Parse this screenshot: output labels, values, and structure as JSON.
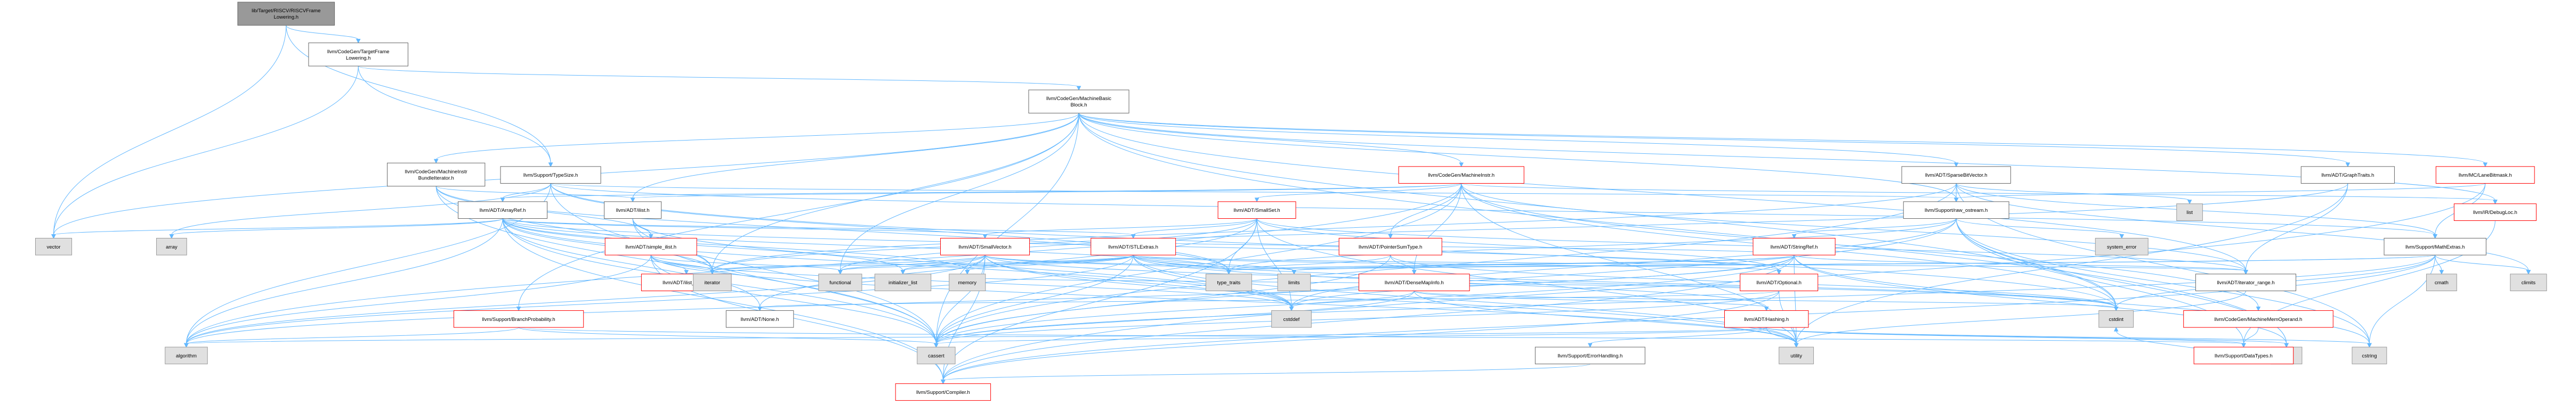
{
  "graph": {
    "colors": {
      "edge": "#63b8ff",
      "root_fill": "#999999",
      "header_fill": "#ffffff",
      "external_fill": "#e0e0e0",
      "header_border": "#666666",
      "incomplete_border": "#ff0000",
      "external_border": "#999999",
      "text": "#000000"
    },
    "nodes": [
      {
        "id": "root",
        "lines": [
          "lib/Target/RISCV/RISCVFrame",
          "Lowering.h"
        ],
        "kind": "root"
      },
      {
        "id": "tfl",
        "lines": [
          "llvm/CodeGen/TargetFrame",
          "Lowering.h"
        ],
        "kind": "header"
      },
      {
        "id": "mbb",
        "lines": [
          "llvm/CodeGen/MachineBasic",
          "Block.h"
        ],
        "kind": "header"
      },
      {
        "id": "mibi",
        "lines": [
          "llvm/CodeGen/MachineInstr",
          "BundleIterator.h"
        ],
        "kind": "header"
      },
      {
        "id": "tt",
        "lines": [
          "llvm/Support/TypeSize.h"
        ],
        "kind": "header"
      },
      {
        "id": "mi",
        "lines": [
          "llvm/CodeGen/MachineInstr.h"
        ],
        "kind": "incomplete"
      },
      {
        "id": "sbv",
        "lines": [
          "llvm/ADT/SparseBitVector.h"
        ],
        "kind": "header"
      },
      {
        "id": "gt",
        "lines": [
          "llvm/ADT/GraphTraits.h"
        ],
        "kind": "header"
      },
      {
        "id": "lbm",
        "lines": [
          "llvm/MC/LaneBitmask.h"
        ],
        "kind": "incomplete"
      },
      {
        "id": "ar",
        "lines": [
          "llvm/ADT/ArrayRef.h"
        ],
        "kind": "header"
      },
      {
        "id": "ilist",
        "lines": [
          "llvm/ADT/ilist.h"
        ],
        "kind": "header"
      },
      {
        "id": "ss",
        "lines": [
          "llvm/ADT/SmallSet.h"
        ],
        "kind": "incomplete"
      },
      {
        "id": "ros",
        "lines": [
          "llvm/Support/raw_ostream.h"
        ],
        "kind": "header"
      },
      {
        "id": "dl",
        "lines": [
          "llvm/IR/DebugLoc.h"
        ],
        "kind": "incomplete"
      },
      {
        "id": "list",
        "lines": [
          "list"
        ],
        "kind": "external"
      },
      {
        "id": "vector",
        "lines": [
          "vector"
        ],
        "kind": "external"
      },
      {
        "id": "array",
        "lines": [
          "array"
        ],
        "kind": "external"
      },
      {
        "id": "sil",
        "lines": [
          "llvm/ADT/simple_ilist.h"
        ],
        "kind": "incomplete"
      },
      {
        "id": "sv",
        "lines": [
          "llvm/ADT/SmallVector.h"
        ],
        "kind": "incomplete"
      },
      {
        "id": "stle",
        "lines": [
          "llvm/ADT/STLExtras.h"
        ],
        "kind": "incomplete"
      },
      {
        "id": "pst",
        "lines": [
          "llvm/ADT/PointerSumType.h"
        ],
        "kind": "incomplete"
      },
      {
        "id": "se",
        "lines": [
          "system_error"
        ],
        "kind": "external"
      },
      {
        "id": "sr",
        "lines": [
          "llvm/ADT/StringRef.h"
        ],
        "kind": "incomplete"
      },
      {
        "id": "me",
        "lines": [
          "llvm/Support/MathExtras.h"
        ],
        "kind": "header"
      },
      {
        "id": "ilnode",
        "lines": [
          "llvm/ADT/ilist_node.h"
        ],
        "kind": "incomplete"
      },
      {
        "id": "iterator",
        "lines": [
          "iterator"
        ],
        "kind": "external"
      },
      {
        "id": "functional",
        "lines": [
          "functional"
        ],
        "kind": "external"
      },
      {
        "id": "initlist",
        "lines": [
          "initializer_list"
        ],
        "kind": "external"
      },
      {
        "id": "memory",
        "lines": [
          "memory"
        ],
        "kind": "external"
      },
      {
        "id": "typetraits",
        "lines": [
          "type_traits"
        ],
        "kind": "external"
      },
      {
        "id": "limits",
        "lines": [
          "limits"
        ],
        "kind": "external"
      },
      {
        "id": "dmi",
        "lines": [
          "llvm/ADT/DenseMapInfo.h"
        ],
        "kind": "incomplete"
      },
      {
        "id": "opt",
        "lines": [
          "llvm/ADT/Optional.h"
        ],
        "kind": "incomplete"
      },
      {
        "id": "ir",
        "lines": [
          "llvm/ADT/iterator_range.h"
        ],
        "kind": "header"
      },
      {
        "id": "cmath",
        "lines": [
          "cmath"
        ],
        "kind": "external"
      },
      {
        "id": "climits",
        "lines": [
          "climits"
        ],
        "kind": "external"
      },
      {
        "id": "bp",
        "lines": [
          "llvm/Support/BranchProbability.h"
        ],
        "kind": "incomplete"
      },
      {
        "id": "none",
        "lines": [
          "llvm/ADT/None.h"
        ],
        "kind": "header"
      },
      {
        "id": "cstddef",
        "lines": [
          "cstddef"
        ],
        "kind": "external"
      },
      {
        "id": "hashing",
        "lines": [
          "llvm/ADT/Hashing.h"
        ],
        "kind": "incomplete"
      },
      {
        "id": "cstdint",
        "lines": [
          "cstdint"
        ],
        "kind": "external"
      },
      {
        "id": "mmo",
        "lines": [
          "llvm/CodeGen/MachineMemOperand.h"
        ],
        "kind": "incomplete"
      },
      {
        "id": "algorithm",
        "lines": [
          "algorithm"
        ],
        "kind": "external"
      },
      {
        "id": "cassert",
        "lines": [
          "cassert"
        ],
        "kind": "external"
      },
      {
        "id": "utility",
        "lines": [
          "utility"
        ],
        "kind": "external"
      },
      {
        "id": "eh",
        "lines": [
          "llvm/Support/ErrorHandling.h"
        ],
        "kind": "header"
      },
      {
        "id": "string",
        "lines": [
          "string"
        ],
        "kind": "external"
      },
      {
        "id": "cstring",
        "lines": [
          "cstring"
        ],
        "kind": "external"
      },
      {
        "id": "dt",
        "lines": [
          "llvm/Support/DataTypes.h"
        ],
        "kind": "incomplete"
      },
      {
        "id": "compiler",
        "lines": [
          "llvm/Support/Compiler.h"
        ],
        "kind": "incomplete"
      }
    ],
    "edges": [
      [
        "root",
        "tfl"
      ],
      [
        "root",
        "tt"
      ],
      [
        "root",
        "vector"
      ],
      [
        "tfl",
        "mbb"
      ],
      [
        "tfl",
        "tt"
      ],
      [
        "tfl",
        "vector"
      ],
      [
        "mbb",
        "mibi"
      ],
      [
        "mbb",
        "mi"
      ],
      [
        "mbb",
        "sbv"
      ],
      [
        "mbb",
        "gt"
      ],
      [
        "mbb",
        "ilist"
      ],
      [
        "mbb",
        "ir"
      ],
      [
        "mbb",
        "lbm"
      ],
      [
        "mbb",
        "ros"
      ],
      [
        "mbb",
        "dl"
      ],
      [
        "mbb",
        "bp"
      ],
      [
        "mbb",
        "cassert"
      ],
      [
        "mbb",
        "cstdint"
      ],
      [
        "mbb",
        "functional"
      ],
      [
        "mbb",
        "iterator"
      ],
      [
        "mbb",
        "string"
      ],
      [
        "mbb",
        "vector"
      ],
      [
        "mibi",
        "ilist"
      ],
      [
        "mibi",
        "sil"
      ],
      [
        "mibi",
        "cassert"
      ],
      [
        "mibi",
        "iterator"
      ],
      [
        "mibi",
        "typetraits"
      ],
      [
        "tt",
        "ar"
      ],
      [
        "tt",
        "me"
      ],
      [
        "tt",
        "ros"
      ],
      [
        "tt",
        "algorithm"
      ],
      [
        "tt",
        "array"
      ],
      [
        "tt",
        "cassert"
      ],
      [
        "tt",
        "cstdint"
      ],
      [
        "tt",
        "typetraits"
      ],
      [
        "mi",
        "dmi"
      ],
      [
        "mi",
        "pst"
      ],
      [
        "mi",
        "ar"
      ],
      [
        "mi",
        "ilist"
      ],
      [
        "mi",
        "ss"
      ],
      [
        "mi",
        "ir"
      ],
      [
        "mi",
        "mmo"
      ],
      [
        "mi",
        "dl"
      ],
      [
        "mi",
        "algorithm"
      ],
      [
        "mi",
        "cassert"
      ],
      [
        "mi",
        "cstdint"
      ],
      [
        "mi",
        "utility"
      ],
      [
        "sbv",
        "me"
      ],
      [
        "sbv",
        "ros"
      ],
      [
        "sbv",
        "cassert"
      ],
      [
        "sbv",
        "climits"
      ],
      [
        "sbv",
        "cstring"
      ],
      [
        "sbv",
        "iterator"
      ],
      [
        "sbv",
        "list"
      ],
      [
        "gt",
        "ir"
      ],
      [
        "gt",
        "iterator"
      ],
      [
        "gt",
        "utility"
      ],
      [
        "lbm",
        "compiler"
      ],
      [
        "lbm",
        "me"
      ],
      [
        "lbm",
        "ros"
      ],
      [
        "ar",
        "none"
      ],
      [
        "ar",
        "opt"
      ],
      [
        "ar",
        "sv"
      ],
      [
        "ar",
        "stle"
      ],
      [
        "ar",
        "compiler"
      ],
      [
        "ar",
        "algorithm"
      ],
      [
        "ar",
        "array"
      ],
      [
        "ar",
        "cassert"
      ],
      [
        "ar",
        "cstddef"
      ],
      [
        "ar",
        "initlist"
      ],
      [
        "ar",
        "iterator"
      ],
      [
        "ar",
        "memory"
      ],
      [
        "ar",
        "typetraits"
      ],
      [
        "ar",
        "vector"
      ],
      [
        "ilist",
        "sil"
      ],
      [
        "ilist",
        "cassert"
      ],
      [
        "ilist",
        "cstddef"
      ],
      [
        "ilist",
        "iterator"
      ],
      [
        "ss",
        "none"
      ],
      [
        "ss",
        "opt"
      ],
      [
        "ss",
        "sv"
      ],
      [
        "ss",
        "stle"
      ],
      [
        "ss",
        "ir"
      ],
      [
        "ss",
        "compiler"
      ],
      [
        "ss",
        "cstddef"
      ],
      [
        "ss",
        "functional"
      ],
      [
        "ss",
        "typetraits"
      ],
      [
        "ss",
        "utility"
      ],
      [
        "ros",
        "sr"
      ],
      [
        "ros",
        "dt"
      ],
      [
        "ros",
        "cassert"
      ],
      [
        "ros",
        "cstddef"
      ],
      [
        "ros",
        "cstdint"
      ],
      [
        "ros",
        "cstring"
      ],
      [
        "ros",
        "string"
      ],
      [
        "ros",
        "typetraits"
      ],
      [
        "ros",
        "se"
      ],
      [
        "dl",
        "dt"
      ],
      [
        "sil",
        "ilnode"
      ],
      [
        "sil",
        "compiler"
      ],
      [
        "sil",
        "algorithm"
      ],
      [
        "sil",
        "cassert"
      ],
      [
        "sil",
        "cstddef"
      ],
      [
        "sil",
        "functional"
      ],
      [
        "sil",
        "iterator"
      ],
      [
        "sil",
        "utility"
      ],
      [
        "sv",
        "compiler"
      ],
      [
        "sv",
        "algorithm"
      ],
      [
        "sv",
        "cassert"
      ],
      [
        "sv",
        "cstddef"
      ],
      [
        "sv",
        "cstdint"
      ],
      [
        "sv",
        "functional"
      ],
      [
        "sv",
        "initlist"
      ],
      [
        "sv",
        "iterator"
      ],
      [
        "sv",
        "limits"
      ],
      [
        "sv",
        "memory"
      ],
      [
        "sv",
        "typetraits"
      ],
      [
        "sv",
        "utility"
      ],
      [
        "stle",
        "hashing"
      ],
      [
        "stle",
        "opt"
      ],
      [
        "stle",
        "ir"
      ],
      [
        "stle",
        "algorithm"
      ],
      [
        "stle",
        "cassert"
      ],
      [
        "stle",
        "cstddef"
      ],
      [
        "stle",
        "cstdint"
      ],
      [
        "stle",
        "functional"
      ],
      [
        "stle",
        "initlist"
      ],
      [
        "stle",
        "iterator"
      ],
      [
        "stle",
        "limits"
      ],
      [
        "stle",
        "memory"
      ],
      [
        "stle",
        "typetraits"
      ],
      [
        "stle",
        "utility"
      ],
      [
        "pst",
        "dmi"
      ],
      [
        "pst",
        "cassert"
      ],
      [
        "pst",
        "cstdint"
      ],
      [
        "pst",
        "typetraits"
      ],
      [
        "sr",
        "stle"
      ],
      [
        "sr",
        "ir"
      ],
      [
        "sr",
        "compiler"
      ],
      [
        "sr",
        "algorithm"
      ],
      [
        "sr",
        "cassert"
      ],
      [
        "sr",
        "cstddef"
      ],
      [
        "sr",
        "cstring"
      ],
      [
        "sr",
        "limits"
      ],
      [
        "sr",
        "string"
      ],
      [
        "sr",
        "typetraits"
      ],
      [
        "sr",
        "utility"
      ],
      [
        "me",
        "compiler"
      ],
      [
        "me",
        "cassert"
      ],
      [
        "me",
        "climits"
      ],
      [
        "me",
        "cmath"
      ],
      [
        "me",
        "cstdint"
      ],
      [
        "me",
        "cstring"
      ],
      [
        "me",
        "limits"
      ],
      [
        "me",
        "typetraits"
      ],
      [
        "dmi",
        "hashing"
      ],
      [
        "dmi",
        "cassert"
      ],
      [
        "dmi",
        "cstddef"
      ],
      [
        "dmi",
        "cstdint"
      ],
      [
        "dmi",
        "utility"
      ],
      [
        "opt",
        "none"
      ],
      [
        "opt",
        "compiler"
      ],
      [
        "opt",
        "cassert"
      ],
      [
        "opt",
        "memory"
      ],
      [
        "opt",
        "new"
      ],
      [
        "opt",
        "utility"
      ],
      [
        "ir",
        "utility"
      ],
      [
        "bp",
        "dt"
      ],
      [
        "bp",
        "algorithm"
      ],
      [
        "bp",
        "cassert"
      ],
      [
        "bp",
        "numeric"
      ],
      [
        "hashing",
        "dt"
      ],
      [
        "hashing",
        "eh"
      ],
      [
        "hashing",
        "algorithm"
      ],
      [
        "hashing",
        "cassert"
      ],
      [
        "hashing",
        "cstring"
      ],
      [
        "hashing",
        "string"
      ],
      [
        "hashing",
        "tuple"
      ],
      [
        "hashing",
        "utility"
      ],
      [
        "mmo",
        "dt"
      ],
      [
        "eh",
        "compiler"
      ],
      [
        "dt",
        "cstdint"
      ]
    ]
  }
}
